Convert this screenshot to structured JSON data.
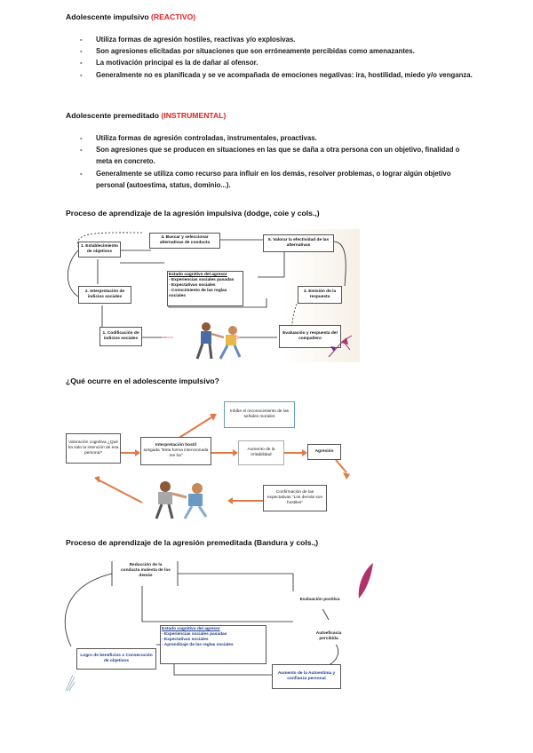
{
  "reactive": {
    "heading": "Adolescente impulsivo",
    "tag": "(REACTIVO)",
    "bullets": [
      "Utiliza formas de agresión hostiles, reactivas y/o explosivas.",
      "Son agresiones elicitadas por situaciones que son erróneamente percibidas como amenazantes.",
      "La motivación principal es la de dañar al ofensor.",
      "Generalmente no es planificada y se ve acompañada de emociones negativas: ira, hostilidad, miedo y/o venganza."
    ]
  },
  "instrumental": {
    "heading": "Adolescente premeditado",
    "tag": "(INSTRUMENTAL)",
    "bullets": [
      "Utiliza formas de agresión controladas, instrumentales, proactivas.",
      "Son agresiones que se producen en situaciones en las que se daña a otra persona con un objetivo, finalidad o meta en concreto.",
      "Generalmente se utiliza como recurso para influir en los demás, resolver problemas, o lograr algún objetivo personal (autoestima, status, dominio...)."
    ]
  },
  "diagram1": {
    "title": "Proceso de aprendizaje de la agresión impulsiva (dodge, coie y cols.,)",
    "b1": "1. Establecimiento de objetivos",
    "b2": "2. Interpretación de indicios sociales",
    "b3": "1. Codificación de indicios sociales",
    "b4": "4. Buscar y seleccionar alternativas de conducta",
    "b5": "5. Valorar la efectividad de las alternativas",
    "b6": "3. Emisión de la respuesta",
    "b7": "Evaluación y respuesta del compañero",
    "state_title": "Estado cognitivo del agresor",
    "state_items": [
      "- Experiencias sociales pasadas",
      "- Expectativas sociales",
      "- Conocimiento de las reglas sociales"
    ]
  },
  "diagram2": {
    "title": "¿Qué ocurre en el adolescente impulsivo?",
    "b_val": "Valoración cognitiva ¿Qué ha sido la intención de esa persona?",
    "b_int_title": "Interpretación hostil",
    "b_int_body": "sesgada \"Esta forma intencionada me ha\"",
    "b_inh": "Inhibe el reconocimiento de las señales morales",
    "b_aum": "Aumento de la irritabilidad",
    "b_agr": "Agresión",
    "b_conf": "Confirmación de las expectativas \"Los demás son hostiles\""
  },
  "diagram3": {
    "title": "Proceso de aprendizaje de la agresión premeditada (Bandura y cols.,)",
    "b_red": "Reducción de la conducta molesta de los demás",
    "b_eval": "Evaluación positiva",
    "b_auto": "Autoeficacia percibida",
    "b_logro": "Logro de beneficios o Consecución de objetivos",
    "b_aumento": "Aumento de la Autoestima y confianza personal",
    "state_title": "Estado cognitivo del agresor",
    "state_items": [
      "- Experiencias sociales pasadas",
      "- Expectativas sociales",
      "- Aprendizaje de las reglas sociales"
    ]
  },
  "colors": {
    "accent_red": "#e02020",
    "box_text": "#1f3c8a",
    "arrow_orange": "#e07a45",
    "box_border": "#555555"
  }
}
